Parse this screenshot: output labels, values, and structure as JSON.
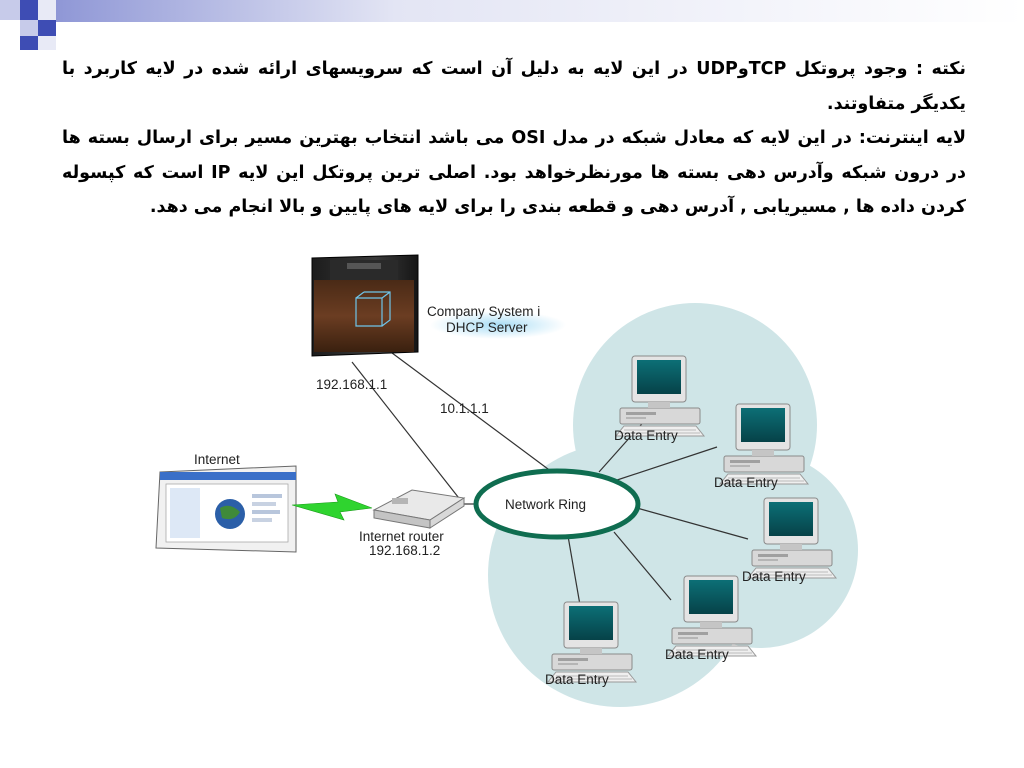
{
  "colors": {
    "deco_blue": "#3e4db4",
    "deco_light": "#c7cbea",
    "cloud_fill": "#cfe5e7",
    "ring_stroke": "#0f6d50",
    "dhcp_glow": "#a8ddf5",
    "lightning": "#2fd42f"
  },
  "text": {
    "para1": "نکته : وجود پروتکل TCPوUDP در این لایه به دلیل آن است که سرویسهای ارائه شده در لایه کاربرد با یکدیگر متفاوتند.",
    "para2": "لایه اینترنت: در این لایه که معادل شبکه در مدل OSI می باشد انتخاب بهترین مسیر برای ارسال بسته ها در درون شبکه وآدرس دهی بسته ها مورنظرخواهد بود. اصلی ترین پروتکل این لایه IP است که کپسوله کردن داده ها , مسیریابی , آدرس دهی و قطعه بندی را برای لایه های پایین و بالا انجام می دهد."
  },
  "diagram": {
    "server_label_line1": "Company System i",
    "server_label_line2": "DHCP Server",
    "server_ip": "192.168.1.1",
    "link_ip": "10.1.1.1",
    "internet_label": "Internet",
    "router_label_line1": "Internet router",
    "router_label_line2": "192.168.1.2",
    "ring_label": "Network Ring",
    "terminal_labels": [
      "Data Entry",
      "Data Entry",
      "Data Entry",
      "Data Entry",
      "Data Entry"
    ],
    "icons": [
      "server-icon",
      "browser-window-icon",
      "router-icon",
      "lightning-bolt-icon",
      "desktop-computer-icon"
    ]
  }
}
